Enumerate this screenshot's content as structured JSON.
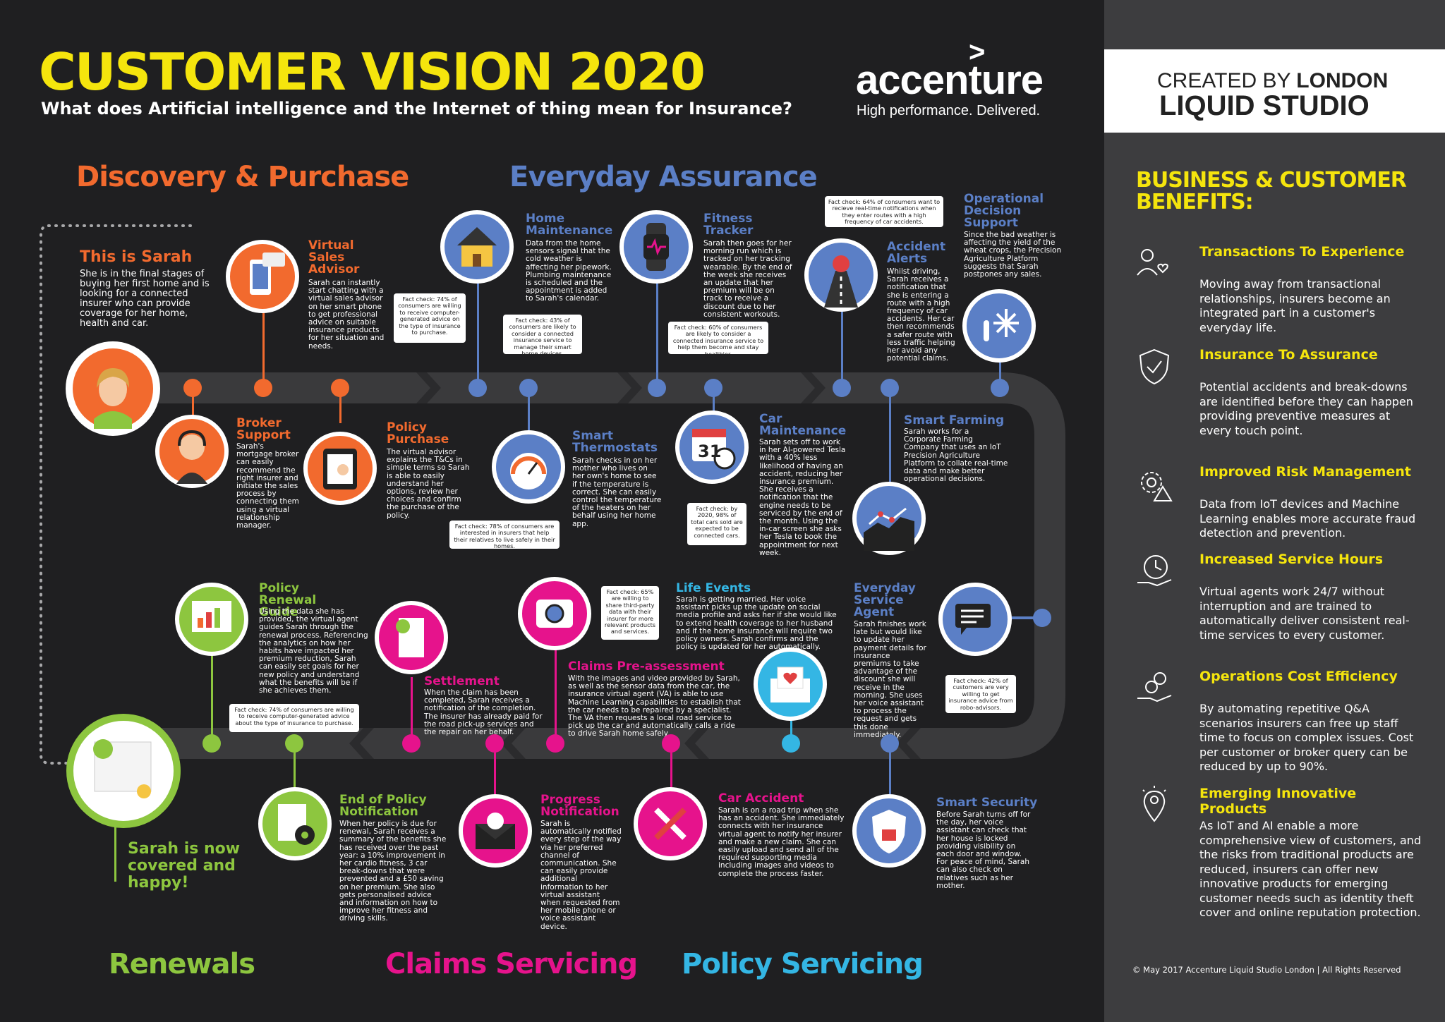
{
  "header": {
    "title": "CUSTOMER VISION 2020",
    "subtitle": "What does Artificial intelligence and the Internet of thing mean for Insurance?",
    "logo_text": "accenture",
    "logo_mark": ">",
    "tagline": "High performance. Delivered.",
    "created_by_light": "CREATED BY ",
    "created_by_bold": "LONDON",
    "created_by_line2": "LIQUID STUDIO"
  },
  "sections": {
    "discovery": "Discovery & Purchase",
    "everyday": "Everyday Assurance",
    "renewals": "Renewals",
    "claims": "Claims Servicing",
    "policy": "Policy Servicing"
  },
  "colors": {
    "yellow": "#f5e50d",
    "orange": "#f26a2e",
    "blue": "#5b7fc6",
    "green": "#8dc63f",
    "magenta": "#e6138c",
    "cyan": "#34b6e4",
    "road": "#3a3a3c",
    "dark": "#1f1f21"
  },
  "steps": {
    "sarah": {
      "title": "This is Sarah",
      "body": "She is in the final stages of buying her first home and is looking for a connected insurer who can provide coverage for her home, health and car."
    },
    "virtual_sales": {
      "title": "Virtual Sales Advisor",
      "body": "Sarah can instantly start chatting with a virtual sales advisor on her smart phone to get professional advice on suitable insurance products for her situation and needs."
    },
    "broker": {
      "title": "Broker Support",
      "body": "Sarah's mortgage broker can easily recommend the right insurer and initiate the sales process by connecting them using a virtual relationship manager."
    },
    "policy_purchase": {
      "title": "Policy Purchase",
      "body": "The virtual advisor explains the T&Cs in simple terms so Sarah is able to easily understand her options, review her choices and confirm the purchase of the policy."
    },
    "home_maint": {
      "title": "Home Maintenance",
      "body": "Data from the home sensors signal that the cold weather is affecting her pipework. Plumbing maintenance is scheduled and the appointment is added to Sarah's calendar."
    },
    "thermostats": {
      "title": "Smart Thermostats",
      "body": "Sarah checks in on her mother who lives on her own's home to see if the temperature is correct. She can easily control the temperature of the heaters on her behalf using her home app."
    },
    "fitness": {
      "title": "Fitness Tracker",
      "body": "Sarah then goes for her morning run which is tracked on her tracking wearable. By the end of the week she receives an update that her premium will be on track to receive a discount due to her consistent workouts."
    },
    "car_maint": {
      "title": "Car Maintenance",
      "body": "Sarah sets off to work in her AI-powered Tesla with a 40% less likelihood of having an accident, reducing her insurance premium. She receives a notification that the engine needs to be serviced by the end of the month. Using the in-car screen she asks her Tesla to book the appointment for next week."
    },
    "accident_alerts": {
      "title": "Accident Alerts",
      "body": "Whilst driving, Sarah receives a notification that she is entering a route with a high frequency of car accidents. Her car then recommends a safer route with less traffic helping her avoid any potential claims."
    },
    "operational": {
      "title": "Operational Decision Support",
      "body": "Since the bad weather is affecting the yield of the wheat crops, the Precision Agriculture Platform suggests that Sarah postpones any sales."
    },
    "farming": {
      "title": "Smart Farming",
      "body": "Sarah works for a Corporate Farming Company that uses an IoT Precision Agriculture Platform to collate real-time data and make better operational decisions."
    },
    "renewal_guide": {
      "title": "Policy Renewal Guide",
      "body": "Using the data she has provided, the virtual agent guides Sarah through the renewal process. Referencing the analytics on how her habits have impacted her premium reduction, Sarah can easily set goals for her new policy and understand what the benefits will be if she achieves them."
    },
    "settlement": {
      "title": "Settlement",
      "body": "When the claim has been completed, Sarah receives a notification of the completion. The insurer has already paid for the road pick-up services and the repair on her behalf."
    },
    "life_events": {
      "title": "Life Events",
      "body": "Sarah is getting married. Her voice assistant picks up the update on social media profile and asks her if she would like to extend health coverage to her husband and if the home insurance will require two policy owners. Sarah confirms and the policy is updated for her automatically."
    },
    "pre_assessment": {
      "title": "Claims Pre-assessment",
      "body": "With the images and video provided by Sarah, as well as the sensor data from the car, the insurance virtual agent (VA) is able to use Machine Learning capabilities to establish that the car needs to be repaired by a specialist. The VA then requests a local road service to pick up the car and automatically calls a ride to drive Sarah home safely."
    },
    "everyday_agent": {
      "title": "Everyday Service Agent",
      "body": "Sarah finishes work late but would like to update her payment details for insurance premiums to take advantage of the discount she will receive in the morning. She uses her voice assistant to process the request and gets this done immediately."
    },
    "end_of_policy": {
      "title": "End of Policy Notification",
      "body": "When her policy is due for renewal, Sarah receives a summary of the benefits she has received over the past year: a 10% improvement in her cardio fitness, 3 car break-downs that were prevented and a £50 saving on her premium. She also gets personalised advice and information on how to improve her fitness and driving skills."
    },
    "progress": {
      "title": "Progress Notification",
      "body": "Sarah is automatically notified every step of the way via her preferred channel of communication. She can easily provide additional information to her virtual assistant when requested from her mobile phone or voice assistant device."
    },
    "car_accident": {
      "title": "Car Accident",
      "body": "Sarah is on a road trip when she has an accident. She immediately connects with her insurance virtual agent to notify her insurer and make a new claim. She can easily upload and send all of the required supporting media including images and videos to complete the process faster."
    },
    "smart_security": {
      "title": "Smart Security",
      "body": "Before Sarah turns off for the day, her voice assistant can check that her house is locked providing visibility on each door and window. For peace of mind, Sarah can also check on relatives such as her mother."
    },
    "covered": {
      "title": "Sarah is now covered and happy!"
    }
  },
  "facts": {
    "f1": "Fact check: 74% of consumers are willing to receive computer-generated advice on the type of insurance to purchase.",
    "f2": "Fact check: 43% of consumers are likely to consider a connected insurance service to manage their smart home devices.",
    "f3": "Fact check: 78% of consumers are interested in insurers that help their relatives to live safely in their homes.",
    "f4": "Fact check: 60% of consumers are likely to consider a connected insurance service to help them become and stay healthier.",
    "f5": "Fact check: by 2020, 98% of total cars sold are expected to be connected cars.",
    "f6": "Fact check: 64% of consumers want to recieve real-time notifications when they enter routes with a high frequency of car accidents.",
    "f7": "Fact check: 65% are willing to share third-party data with their insurer for more relevant products and services.",
    "f8": "Fact check: 74% of consumers are willing to receive computer-generated advice about the type of insurance to purchase.",
    "f9": "Fact check: 42% of customers are very willing to get insurance advice from robo-advisors."
  },
  "benefits": {
    "title": "BUSINESS & CUSTOMER BENEFITS:",
    "items": [
      {
        "title": "Transactions To Experience",
        "body": "Moving away from transactional relationships, insurers become an integrated part in a customer's everyday life.",
        "icon": "people-heart-icon"
      },
      {
        "title": "Insurance To Assurance",
        "body": "Potential accidents and break-downs are identified before they can happen providing preventive measures at every touch point.",
        "icon": "shield-check-icon"
      },
      {
        "title": "Improved Risk Management",
        "body": "Data from IoT devices and Machine Learning enables more accurate fraud detection and prevention.",
        "icon": "gear-warning-icon"
      },
      {
        "title": "Increased Service Hours",
        "body": "Virtual agents work 24/7 without interruption and are trained to automatically deliver consistent real-time services to every customer.",
        "icon": "clock-hand-icon"
      },
      {
        "title": "Operations Cost Efficiency",
        "body": "By automating repetitive Q&A scenarios insurers can free up staff time to focus on complex issues. Cost per customer or broker query can be reduced by up to 90%.",
        "icon": "coin-hand-icon"
      },
      {
        "title": "Emerging Innovative Products",
        "body": "As IoT and AI enable a more comprehensive view of customers, and the risks from traditional products are reduced, insurers can offer new innovative products for emerging customer needs such as identity theft cover and online reputation protection.",
        "icon": "location-pin-icon"
      }
    ]
  },
  "copyright": "© May 2017 Accenture Liquid Studio London | All Rights Reserved",
  "badge_31": "31"
}
